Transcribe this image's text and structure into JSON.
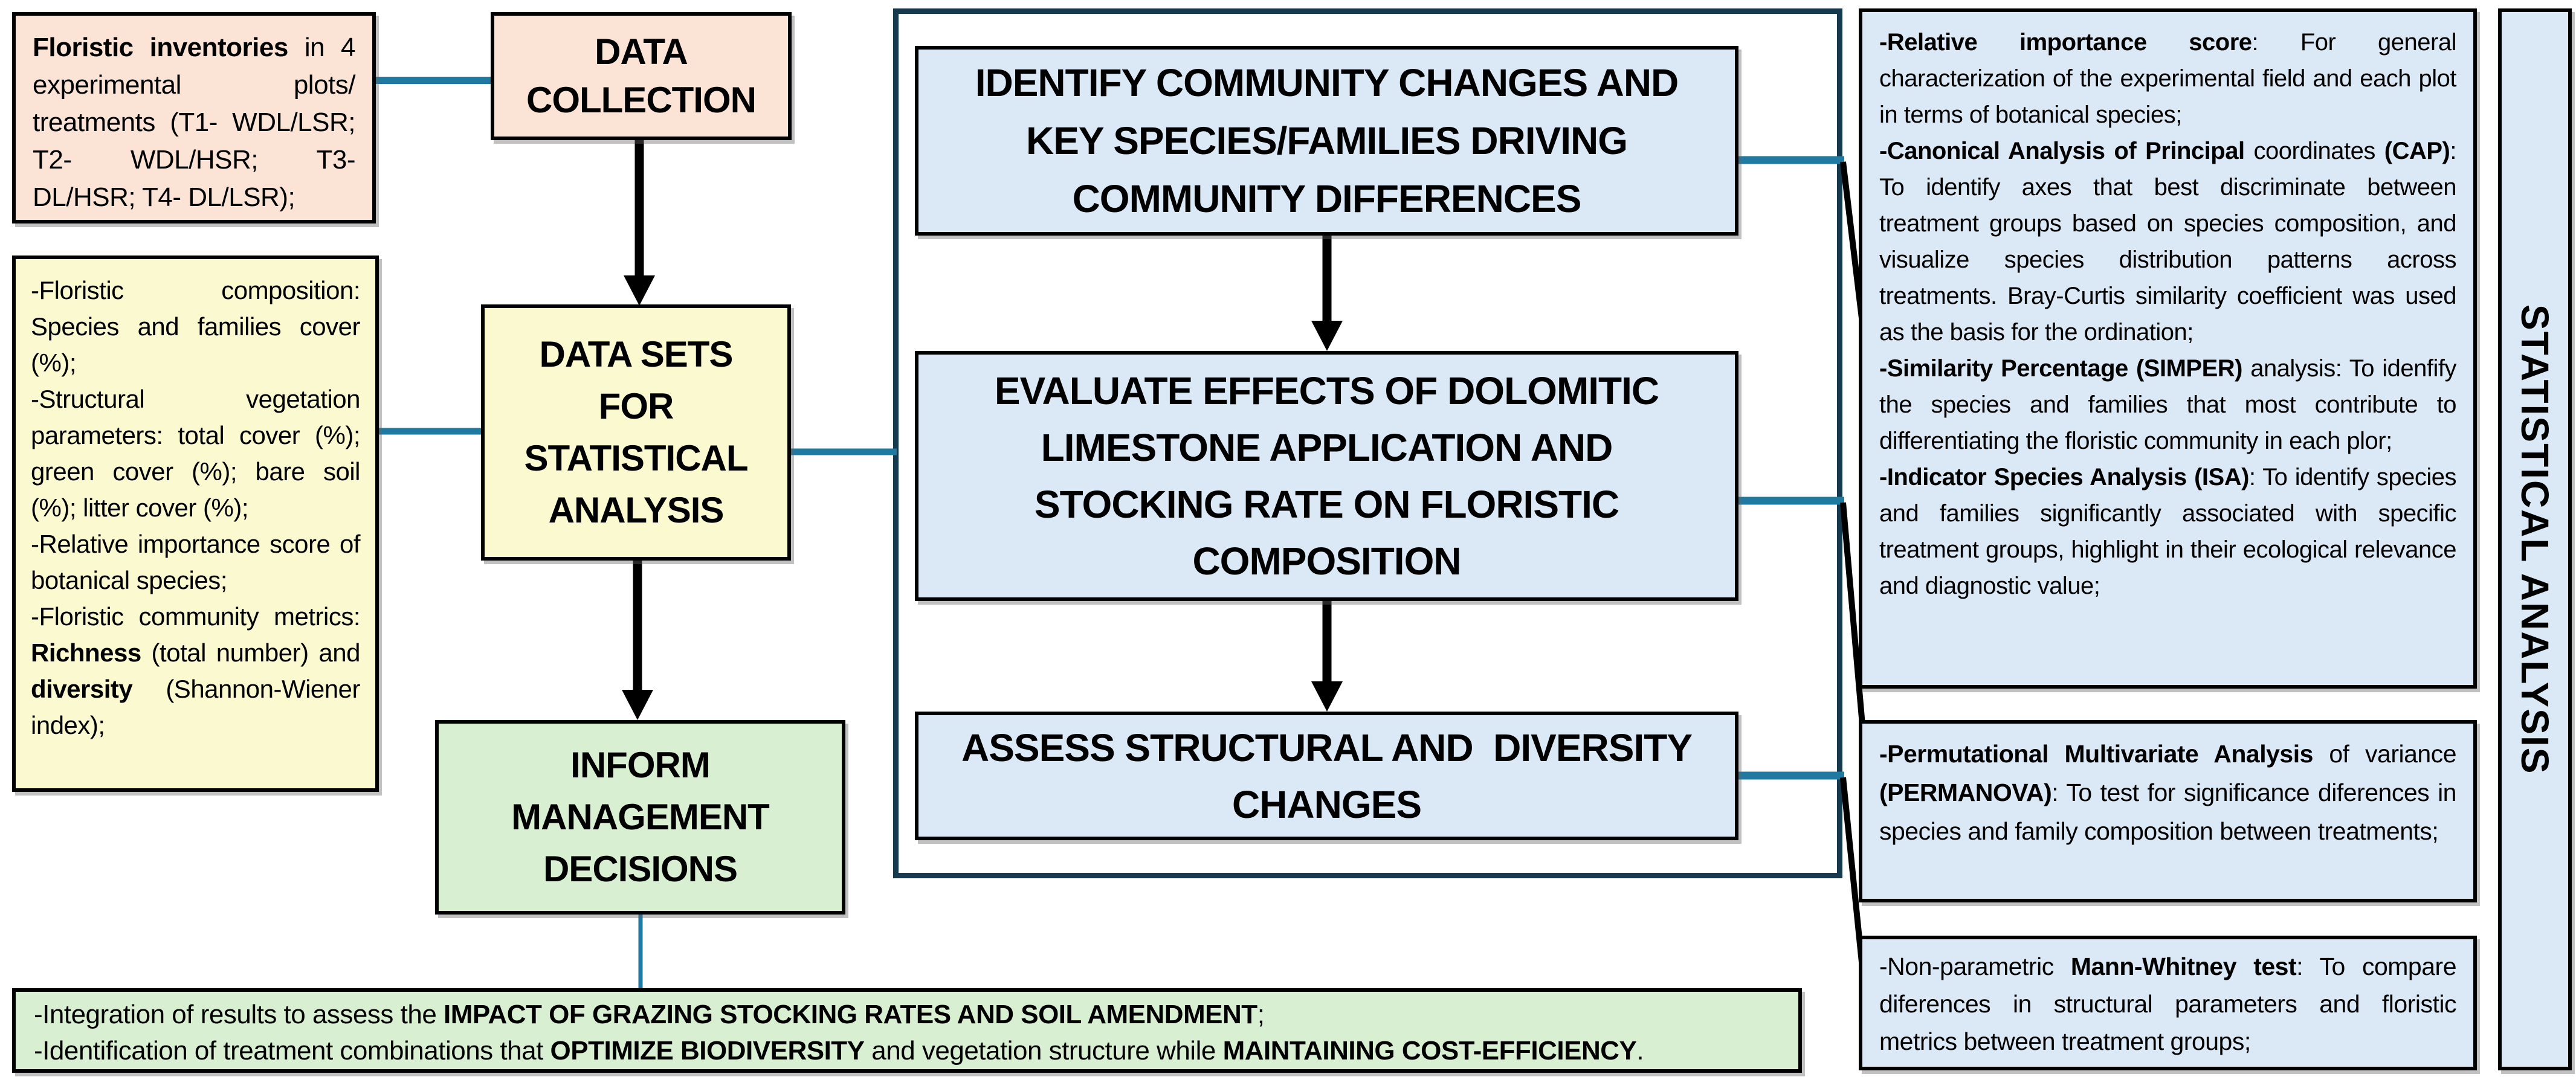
{
  "palette": {
    "background": "#ffffff",
    "peach_fill": "#fbe3d6",
    "yellow_fill": "#fbf9d0",
    "green_fill": "#d9efd2",
    "blue_fill": "#dbe9f7",
    "teal_line": "#2079a0",
    "container_border": "#16394e",
    "box_border": "#000000",
    "text_color": "#000000"
  },
  "boxes": {
    "floristic_inventories": {
      "paragraphs": [
        [
          {
            "t": "Floristic inventories",
            "b": 1
          },
          {
            "t": " in 4 experimental plots/ treatments (T1- WDL/LSR; T2- WDL/HSR; T3- DL/HSR; T4- DL/LSR);",
            "b": 0
          }
        ]
      ]
    },
    "data_collection": {
      "lines": [
        "DATA",
        "COLLECTION"
      ]
    },
    "floristic_data": {
      "paragraphs": [
        [
          {
            "t": "-Floristic composition: Species and families cover (%);",
            "b": 0
          }
        ],
        [
          {
            "t": "-Structural vegetation parameters: total cover (%); green cover (%); bare soil (%); litter cover (%);",
            "b": 0
          }
        ],
        [
          {
            "t": "-Relative importance score of botanical species;",
            "b": 0
          }
        ],
        [
          {
            "t": "-Floristic community metrics: ",
            "b": 0
          },
          {
            "t": "Richness",
            "b": 1
          },
          {
            "t": " (total number) and ",
            "b": 0
          },
          {
            "t": "diversity",
            "b": 1
          },
          {
            "t": " (Shannon-Wiener index);",
            "b": 0
          }
        ]
      ]
    },
    "data_sets": {
      "lines": [
        "DATA SETS",
        "FOR",
        "STATISTICAL",
        "ANALYSIS"
      ]
    },
    "inform_decisions": {
      "lines": [
        "INFORM",
        "MANAGEMENT",
        "DECISIONS"
      ]
    },
    "identify_changes": {
      "lines": [
        "IDENTIFY COMMUNITY CHANGES AND",
        "KEY SPECIES/FAMILIES DRIVING",
        "COMMUNITY DIFFERENCES"
      ]
    },
    "evaluate_effects": {
      "lines": [
        "EVALUATE EFFECTS OF DOLOMITIC",
        "LIMESTONE APPLICATION AND",
        "STOCKING RATE ON FLORISTIC",
        "COMPOSITION"
      ]
    },
    "assess_changes": {
      "lines": [
        "ASSESS STRUCTURAL AND  DIVERSITY",
        "CHANGES"
      ]
    },
    "multivariate_methods": {
      "paragraphs": [
        [
          {
            "t": "-Relative importance score",
            "b": 1
          },
          {
            "t": ": For general characterization of the experimental field and each plot in terms of botanical species;",
            "b": 0
          }
        ],
        [
          {
            "t": "-Canonical Analysis of Principal",
            "b": 1
          },
          {
            "t": " coordinates ",
            "b": 0
          },
          {
            "t": "(CAP)",
            "b": 1
          },
          {
            "t": ": To identify axes that best discriminate between treatment groups based on species composition, and visualize species distribution patterns across treatments. Bray-Curtis similarity coefficient was used as the basis for the ordination;",
            "b": 0
          }
        ],
        [
          {
            "t": "-Similarity Percentage (SIMPER)",
            "b": 1
          },
          {
            "t": " analysis: To idenfify the species and families that most contribute to differentiating the floristic community in each plor;",
            "b": 0
          }
        ],
        [
          {
            "t": "-Indicator Species Analysis (ISA)",
            "b": 1
          },
          {
            "t": ": To identify species and families significantly associated with specific treatment groups, highlight in their ecological relevance and diagnostic value;",
            "b": 0
          }
        ]
      ]
    },
    "permanova": {
      "paragraphs": [
        [
          {
            "t": "-Permutational Multivariate Analysis",
            "b": 1
          },
          {
            "t": " of variance ",
            "b": 0
          },
          {
            "t": "(PERMANOVA)",
            "b": 1
          },
          {
            "t": ": To test for significance diferences in species and family composition between treatments;",
            "b": 0
          }
        ]
      ]
    },
    "mann_whitney": {
      "paragraphs": [
        [
          {
            "t": "-Non-parametric ",
            "b": 0
          },
          {
            "t": "Mann-Whitney test",
            "b": 1
          },
          {
            "t": ": To compare diferences in structural parameters and floristic metrics between treatment groups;",
            "b": 0
          }
        ]
      ]
    },
    "integration_outcomes": {
      "paragraphs": [
        [
          {
            "t": "-Integration of results to assess the ",
            "b": 0
          },
          {
            "t": "IMPACT OF GRAZING STOCKING RATES AND SOIL AMENDMENT",
            "b": 1
          },
          {
            "t": ";",
            "b": 0
          }
        ],
        [
          {
            "t": "-Identification of treatment combinations that ",
            "b": 0
          },
          {
            "t": "OPTIMIZE BIODIVERSITY",
            "b": 1
          },
          {
            "t": " and vegetation structure while ",
            "b": 0
          },
          {
            "t": "MAINTAINING COST-EFFICIENCY",
            "b": 1
          },
          {
            "t": ".",
            "b": 0
          }
        ]
      ]
    },
    "statistical_analysis_strip": {
      "label": "STATISTICAL ANALYSIS"
    }
  }
}
